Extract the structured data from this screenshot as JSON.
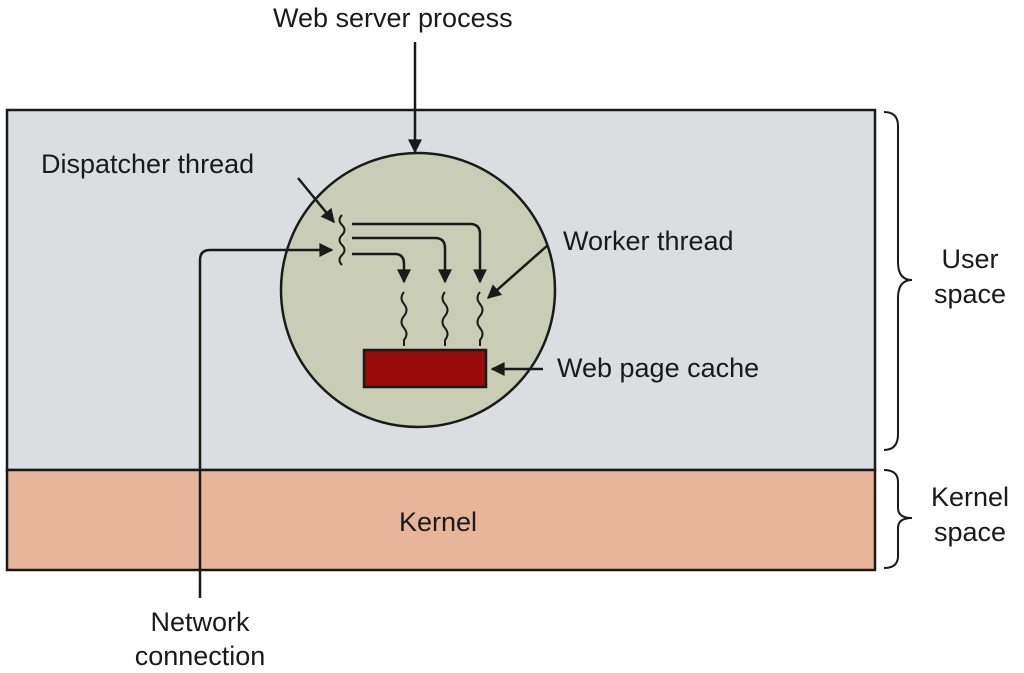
{
  "labels": {
    "web_server_process": "Web server process",
    "dispatcher_thread": "Dispatcher thread",
    "worker_thread": "Worker thread",
    "web_page_cache": "Web page cache",
    "kernel": "Kernel",
    "user_space_line1": "User",
    "user_space_line2": "space",
    "kernel_space_line1": "Kernel",
    "kernel_space_line2": "space",
    "network_connection_line1": "Network",
    "network_connection_line2": "connection"
  },
  "colors": {
    "user_space_fill": "#dcdde0",
    "kernel_fill": "#e6b59a",
    "process_circle_fill": "#c9cdb6",
    "cache_fill": "#990a0a",
    "stroke": "#1a1a1a"
  }
}
